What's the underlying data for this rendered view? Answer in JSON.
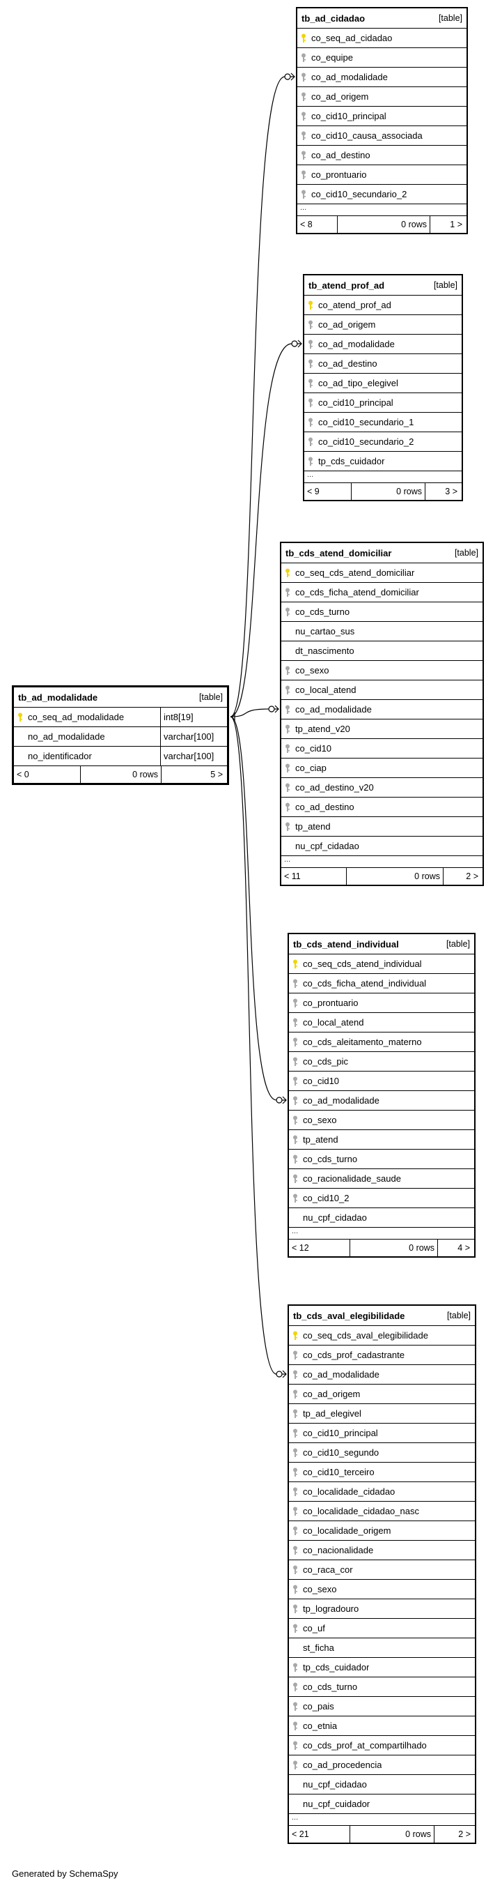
{
  "colors": {
    "key": "#f2d500",
    "fk_key": "#a8a8a8",
    "line": "#000000"
  },
  "focus_table": {
    "name": "tb_ad_modalidade",
    "type": "[table]",
    "rows": [
      {
        "name": "co_seq_ad_modalidade",
        "datatype": "int8[19]",
        "icon": "primary-key-icon"
      },
      {
        "name": "no_ad_modalidade",
        "datatype": "varchar[100]",
        "icon": ""
      },
      {
        "name": "no_identificador",
        "datatype": "varchar[100]",
        "icon": ""
      }
    ],
    "footer": {
      "parents": "< 0",
      "rows": "0 rows",
      "children": "5 >"
    }
  },
  "tables": [
    {
      "name": "tb_ad_cidadao",
      "type": "[table]",
      "columns": [
        {
          "name": "co_seq_ad_cidadao",
          "icon": "primary-key-icon"
        },
        {
          "name": "co_equipe",
          "icon": "foreign-key-icon"
        },
        {
          "name": "co_ad_modalidade",
          "icon": "foreign-key-icon"
        },
        {
          "name": "co_ad_origem",
          "icon": "foreign-key-icon"
        },
        {
          "name": "co_cid10_principal",
          "icon": "foreign-key-icon"
        },
        {
          "name": "co_cid10_causa_associada",
          "icon": "foreign-key-icon"
        },
        {
          "name": "co_ad_destino",
          "icon": "foreign-key-icon"
        },
        {
          "name": "co_prontuario",
          "icon": "foreign-key-icon"
        },
        {
          "name": "co_cid10_secundario_2",
          "icon": "foreign-key-icon"
        }
      ],
      "ellipsis": "...",
      "footer": {
        "parents": "< 8",
        "rows": "0 rows",
        "children": "1 >"
      }
    },
    {
      "name": "tb_atend_prof_ad",
      "type": "[table]",
      "columns": [
        {
          "name": "co_atend_prof_ad",
          "icon": "primary-key-icon"
        },
        {
          "name": "co_ad_origem",
          "icon": "foreign-key-icon"
        },
        {
          "name": "co_ad_modalidade",
          "icon": "foreign-key-icon"
        },
        {
          "name": "co_ad_destino",
          "icon": "foreign-key-icon"
        },
        {
          "name": "co_ad_tipo_elegivel",
          "icon": "foreign-key-icon"
        },
        {
          "name": "co_cid10_principal",
          "icon": "foreign-key-icon"
        },
        {
          "name": "co_cid10_secundario_1",
          "icon": "foreign-key-icon"
        },
        {
          "name": "co_cid10_secundario_2",
          "icon": "foreign-key-icon"
        },
        {
          "name": "tp_cds_cuidador",
          "icon": "foreign-key-icon"
        }
      ],
      "ellipsis": "...",
      "footer": {
        "parents": "< 9",
        "rows": "0 rows",
        "children": "3 >"
      }
    },
    {
      "name": "tb_cds_atend_domiciliar",
      "type": "[table]",
      "columns": [
        {
          "name": "co_seq_cds_atend_domiciliar",
          "icon": "primary-key-icon"
        },
        {
          "name": "co_cds_ficha_atend_domiciliar",
          "icon": "foreign-key-icon"
        },
        {
          "name": "co_cds_turno",
          "icon": "foreign-key-icon"
        },
        {
          "name": "nu_cartao_sus",
          "icon": ""
        },
        {
          "name": "dt_nascimento",
          "icon": ""
        },
        {
          "name": "co_sexo",
          "icon": "foreign-key-icon"
        },
        {
          "name": "co_local_atend",
          "icon": "foreign-key-icon"
        },
        {
          "name": "co_ad_modalidade",
          "icon": "foreign-key-icon"
        },
        {
          "name": "tp_atend_v20",
          "icon": "foreign-key-icon"
        },
        {
          "name": "co_cid10",
          "icon": "foreign-key-icon"
        },
        {
          "name": "co_ciap",
          "icon": "foreign-key-icon"
        },
        {
          "name": "co_ad_destino_v20",
          "icon": "foreign-key-icon"
        },
        {
          "name": "co_ad_destino",
          "icon": "foreign-key-icon"
        },
        {
          "name": "tp_atend",
          "icon": "foreign-key-icon"
        },
        {
          "name": "nu_cpf_cidadao",
          "icon": ""
        }
      ],
      "ellipsis": "...",
      "footer": {
        "parents": "< 11",
        "rows": "0 rows",
        "children": "2 >"
      }
    },
    {
      "name": "tb_cds_atend_individual",
      "type": "[table]",
      "columns": [
        {
          "name": "co_seq_cds_atend_individual",
          "icon": "primary-key-icon"
        },
        {
          "name": "co_cds_ficha_atend_individual",
          "icon": "foreign-key-icon"
        },
        {
          "name": "co_prontuario",
          "icon": "foreign-key-icon"
        },
        {
          "name": "co_local_atend",
          "icon": "foreign-key-icon"
        },
        {
          "name": "co_cds_aleitamento_materno",
          "icon": "foreign-key-icon"
        },
        {
          "name": "co_cds_pic",
          "icon": "foreign-key-icon"
        },
        {
          "name": "co_cid10",
          "icon": "foreign-key-icon"
        },
        {
          "name": "co_ad_modalidade",
          "icon": "foreign-key-icon"
        },
        {
          "name": "co_sexo",
          "icon": "foreign-key-icon"
        },
        {
          "name": "tp_atend",
          "icon": "foreign-key-icon"
        },
        {
          "name": "co_cds_turno",
          "icon": "foreign-key-icon"
        },
        {
          "name": "co_racionalidade_saude",
          "icon": "foreign-key-icon"
        },
        {
          "name": "co_cid10_2",
          "icon": "foreign-key-icon"
        },
        {
          "name": "nu_cpf_cidadao",
          "icon": ""
        }
      ],
      "ellipsis": "...",
      "footer": {
        "parents": "< 12",
        "rows": "0 rows",
        "children": "4 >"
      }
    },
    {
      "name": "tb_cds_aval_elegibilidade",
      "type": "[table]",
      "columns": [
        {
          "name": "co_seq_cds_aval_elegibilidade",
          "icon": "primary-key-icon"
        },
        {
          "name": "co_cds_prof_cadastrante",
          "icon": "foreign-key-icon"
        },
        {
          "name": "co_ad_modalidade",
          "icon": "foreign-key-icon"
        },
        {
          "name": "co_ad_origem",
          "icon": "foreign-key-icon"
        },
        {
          "name": "tp_ad_elegivel",
          "icon": "foreign-key-icon"
        },
        {
          "name": "co_cid10_principal",
          "icon": "foreign-key-icon"
        },
        {
          "name": "co_cid10_segundo",
          "icon": "foreign-key-icon"
        },
        {
          "name": "co_cid10_terceiro",
          "icon": "foreign-key-icon"
        },
        {
          "name": "co_localidade_cidadao",
          "icon": "foreign-key-icon"
        },
        {
          "name": "co_localidade_cidadao_nasc",
          "icon": "foreign-key-icon"
        },
        {
          "name": "co_localidade_origem",
          "icon": "foreign-key-icon"
        },
        {
          "name": "co_nacionalidade",
          "icon": "foreign-key-icon"
        },
        {
          "name": "co_raca_cor",
          "icon": "foreign-key-icon"
        },
        {
          "name": "co_sexo",
          "icon": "foreign-key-icon"
        },
        {
          "name": "tp_logradouro",
          "icon": "foreign-key-icon"
        },
        {
          "name": "co_uf",
          "icon": "foreign-key-icon"
        },
        {
          "name": "st_ficha",
          "icon": ""
        },
        {
          "name": "tp_cds_cuidador",
          "icon": "foreign-key-icon"
        },
        {
          "name": "co_cds_turno",
          "icon": "foreign-key-icon"
        },
        {
          "name": "co_pais",
          "icon": "foreign-key-icon"
        },
        {
          "name": "co_etnia",
          "icon": "foreign-key-icon"
        },
        {
          "name": "co_cds_prof_at_compartilhado",
          "icon": "foreign-key-icon"
        },
        {
          "name": "co_ad_procedencia",
          "icon": "foreign-key-icon"
        },
        {
          "name": "nu_cpf_cidadao",
          "icon": ""
        },
        {
          "name": "nu_cpf_cuidador",
          "icon": ""
        }
      ],
      "ellipsis": "...",
      "footer": {
        "parents": "< 21",
        "rows": "0 rows",
        "children": "2 >"
      }
    }
  ],
  "generated_by": "Generated by SchemaSpy"
}
